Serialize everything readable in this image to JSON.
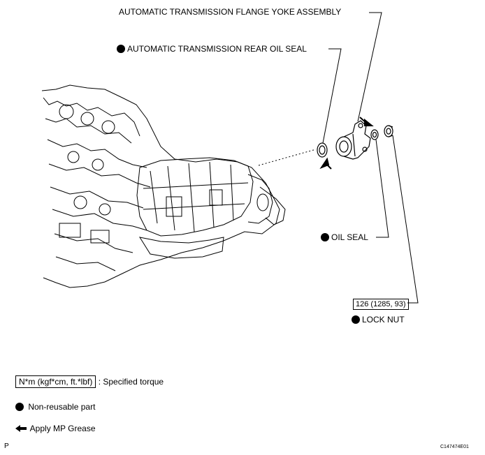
{
  "callouts": {
    "flange_yoke": "AUTOMATIC TRANSMISSION FLANGE YOKE ASSEMBLY",
    "rear_oil_seal": "AUTOMATIC TRANSMISSION REAR OIL SEAL",
    "oil_seal": "OIL SEAL",
    "lock_nut": "LOCK NUT",
    "torque_value": "126 (1285, 93)"
  },
  "legend": {
    "torque_box": "N*m (kgf*cm, ft.*lbf)",
    "torque_text": ": Specified torque",
    "non_reusable": "Non-reusable part",
    "grease": "Apply MP Grease"
  },
  "footer": {
    "left_mark": "P",
    "figure_code": "C147474E01"
  },
  "icons": {
    "non_reusable": "filled-circle-icon",
    "grease": "left-arrow-icon"
  },
  "colors": {
    "ink": "#000000",
    "background": "#ffffff"
  }
}
